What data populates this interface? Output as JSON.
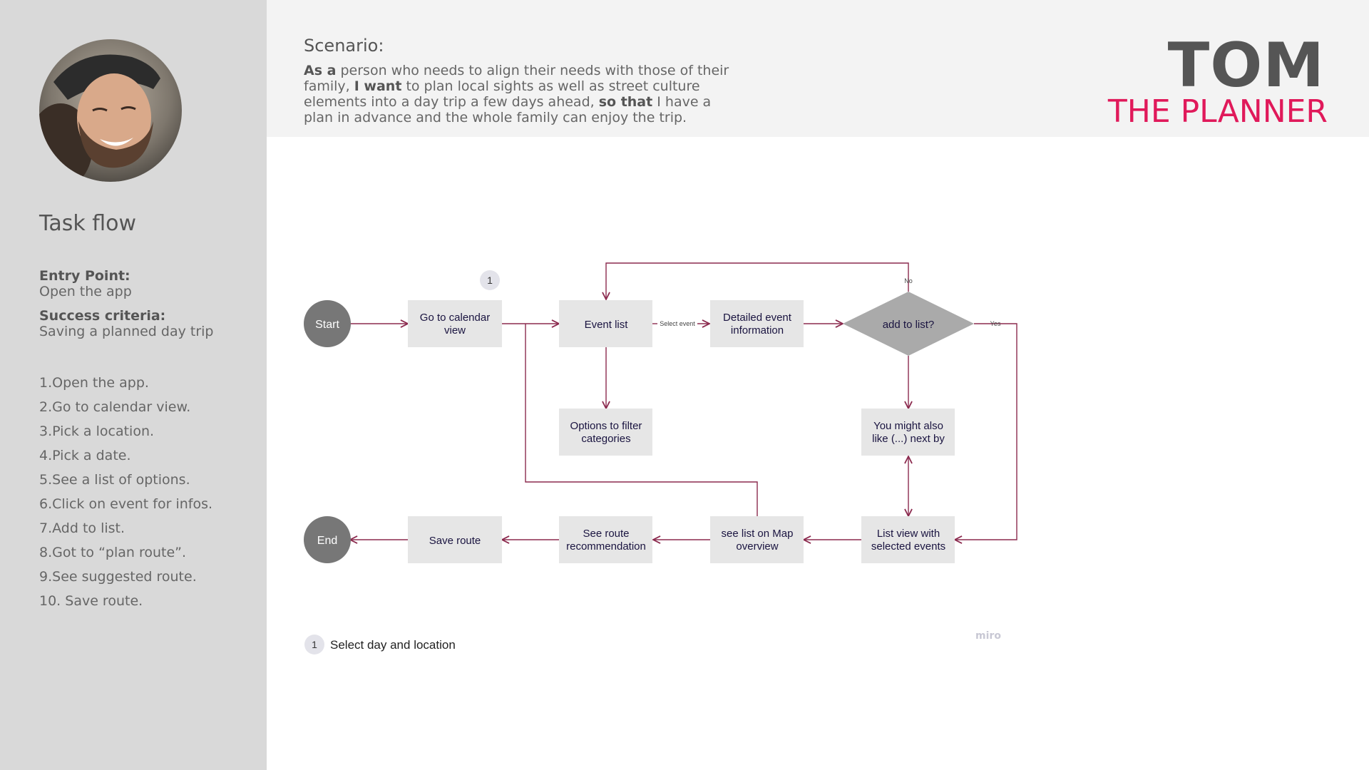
{
  "persona": {
    "avatar_icon": "person-photo-icon",
    "name": "TOM",
    "role": "THE PLANNER",
    "role_color": "#e0195a"
  },
  "sidebar": {
    "title": "Task flow",
    "entry_label": "Entry Point:",
    "entry_value": "Open the app",
    "success_label": "Success criteria:",
    "success_value": "Saving a planned day trip",
    "steps": [
      "1.Open the app.",
      "2.Go to calendar view.",
      "3.Pick a location.",
      "4.Pick a date.",
      "5.See a list of options.",
      "6.Click on event for infos.",
      "7.Add to list.",
      "8.Got to “plan route”.",
      "9.See suggested route.",
      "10. Save route."
    ]
  },
  "scenario": {
    "title": "Scenario:",
    "as_a": "As a",
    "part1": " person who needs to align their needs with those of their family, ",
    "i_want": "I want",
    "part2": " to plan local sights as well as street culture elements into a day trip a few days ahead, ",
    "so_that": "so that",
    "part3": " I have a plan in advance and the whole family can enjoy the trip."
  },
  "flow": {
    "start": "Start",
    "end": "End",
    "calendar_line1": "Go to calendar",
    "calendar_line2": "view",
    "event_list": "Event list",
    "select_event": "Select event",
    "detailed_line1": "Detailed event",
    "detailed_line2": "information",
    "decision": "add to list?",
    "no": "No",
    "yes": "Yes",
    "filter_line1": "Options to filter",
    "filter_line2": "categories",
    "like_line1": "You might also",
    "like_line2": "like (...) next by",
    "listview_line1": "List view with",
    "listview_line2": "selected events",
    "map_line1": "see list on Map",
    "map_line2": "overview",
    "route_line1": "See route",
    "route_line2": "recommendation",
    "save_route": "Save route",
    "marker": "1",
    "legend_marker": "1",
    "legend_text": "Select day and location",
    "watermark": "miro",
    "arrow_color": "#8b2a4e",
    "box_color": "#e6e6e6",
    "decision_color": "#aaaaaa",
    "circle_color": "#777777"
  }
}
